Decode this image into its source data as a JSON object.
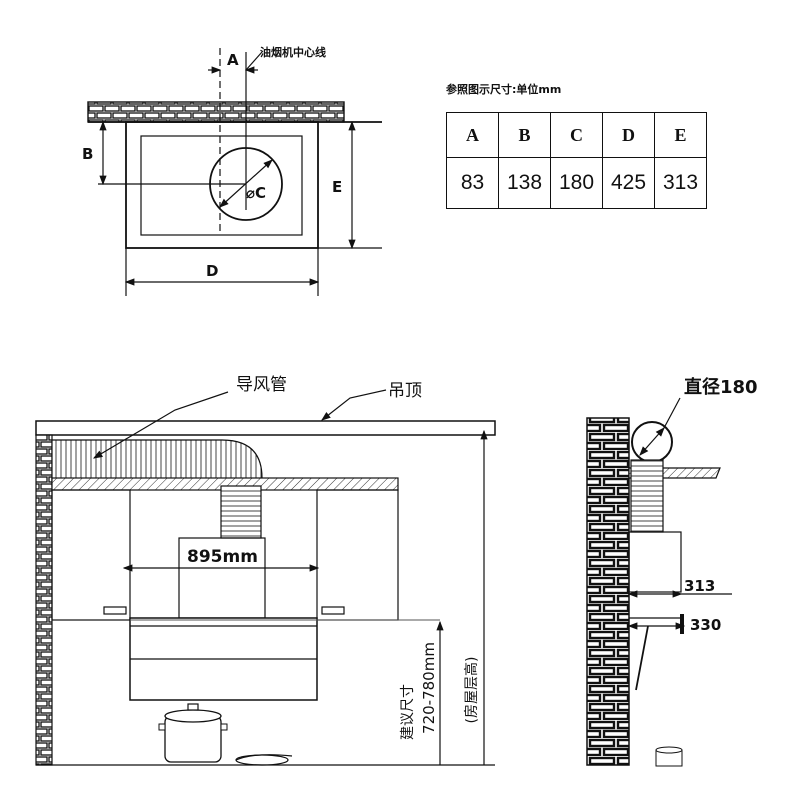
{
  "top_diagram": {
    "centerline_label": "油烟机中心线",
    "dim_A": "A",
    "dim_B": "B",
    "dim_C": "⌀C",
    "dim_D": "D",
    "dim_E": "E"
  },
  "dims_table": {
    "title": "参照图示尺寸:单位mm",
    "headers": [
      "A",
      "B",
      "C",
      "D",
      "E"
    ],
    "values": [
      "83",
      "138",
      "180",
      "425",
      "313"
    ]
  },
  "front_view": {
    "duct_label": "导风管",
    "ceiling_label": "吊顶",
    "width_label": "895mm",
    "suggest_label": "建议尺寸",
    "suggest_range": "720-780mm",
    "room_height_label": "(房屋层高)"
  },
  "side_view": {
    "diameter_label": "直径180",
    "depth_label": "313",
    "total_label": "330"
  }
}
